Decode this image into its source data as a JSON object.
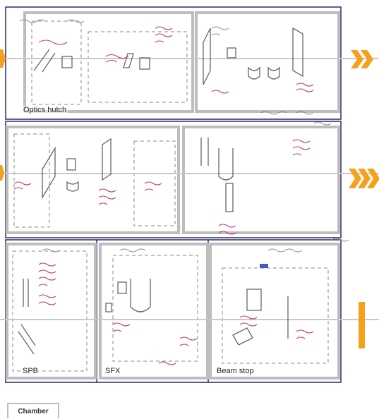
{
  "panels": {
    "optics_hutch": "Optics hutch",
    "spb": "SPB",
    "sfx": "SFX",
    "beam_stop": "Beam stop"
  },
  "tab": {
    "label": "Chamber"
  },
  "colors": {
    "frame": "#2a2a6a",
    "outline": "#b8b8b8",
    "beam": "#c8c8c8",
    "arrow": "#f7a01c",
    "pencil": "#6a6a6a",
    "ink": "#c0306a"
  },
  "icons": [
    "chevron-double-right-icon",
    "chevron-double-right-icon",
    "beam-marker-bar-icon"
  ]
}
